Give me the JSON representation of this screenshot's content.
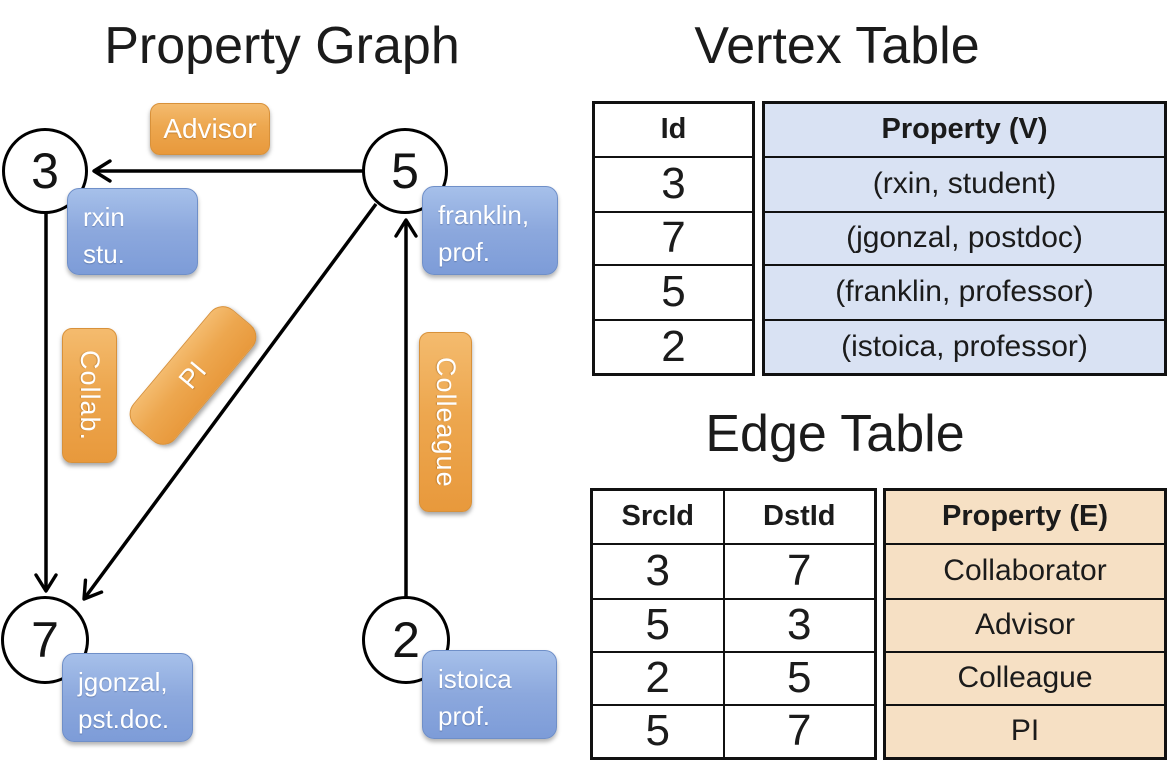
{
  "graph": {
    "title": "Property Graph",
    "nodes": [
      {
        "id": "3"
      },
      {
        "id": "5"
      },
      {
        "id": "7"
      },
      {
        "id": "2"
      }
    ],
    "node_properties": [
      {
        "lines": [
          "rxin",
          "stu."
        ]
      },
      {
        "lines": [
          "franklin,",
          "prof."
        ]
      },
      {
        "lines": [
          "jgonzal,",
          "pst.doc."
        ]
      },
      {
        "lines": [
          "istoica",
          "prof."
        ]
      }
    ],
    "edge_labels": [
      {
        "text": "Advisor"
      },
      {
        "text": "Collab."
      },
      {
        "text": "PI"
      },
      {
        "text": "Colleague"
      }
    ]
  },
  "vertex_table": {
    "title": "Vertex Table",
    "columns": [
      "Id",
      "Property (V)"
    ],
    "rows": [
      {
        "id": "3",
        "property": "(rxin, student)"
      },
      {
        "id": "7",
        "property": "(jgonzal, postdoc)"
      },
      {
        "id": "5",
        "property": "(franklin, professor)"
      },
      {
        "id": "2",
        "property": "(istoica, professor)"
      }
    ]
  },
  "edge_table": {
    "title": "Edge Table",
    "columns": [
      "SrcId",
      "DstId",
      "Property (E)"
    ],
    "rows": [
      {
        "src": "3",
        "dst": "7",
        "property": "Collaborator"
      },
      {
        "src": "5",
        "dst": "3",
        "property": "Advisor"
      },
      {
        "src": "2",
        "dst": "5",
        "property": "Colleague"
      },
      {
        "src": "5",
        "dst": "7",
        "property": "PI"
      }
    ]
  },
  "colors": {
    "edge_label_fill": "#eda74f",
    "node_property_fill": "#8ca8dd",
    "vertex_property_bg": "#d9e2f3",
    "edge_property_bg": "#f6e0c4",
    "line": "#000000"
  }
}
